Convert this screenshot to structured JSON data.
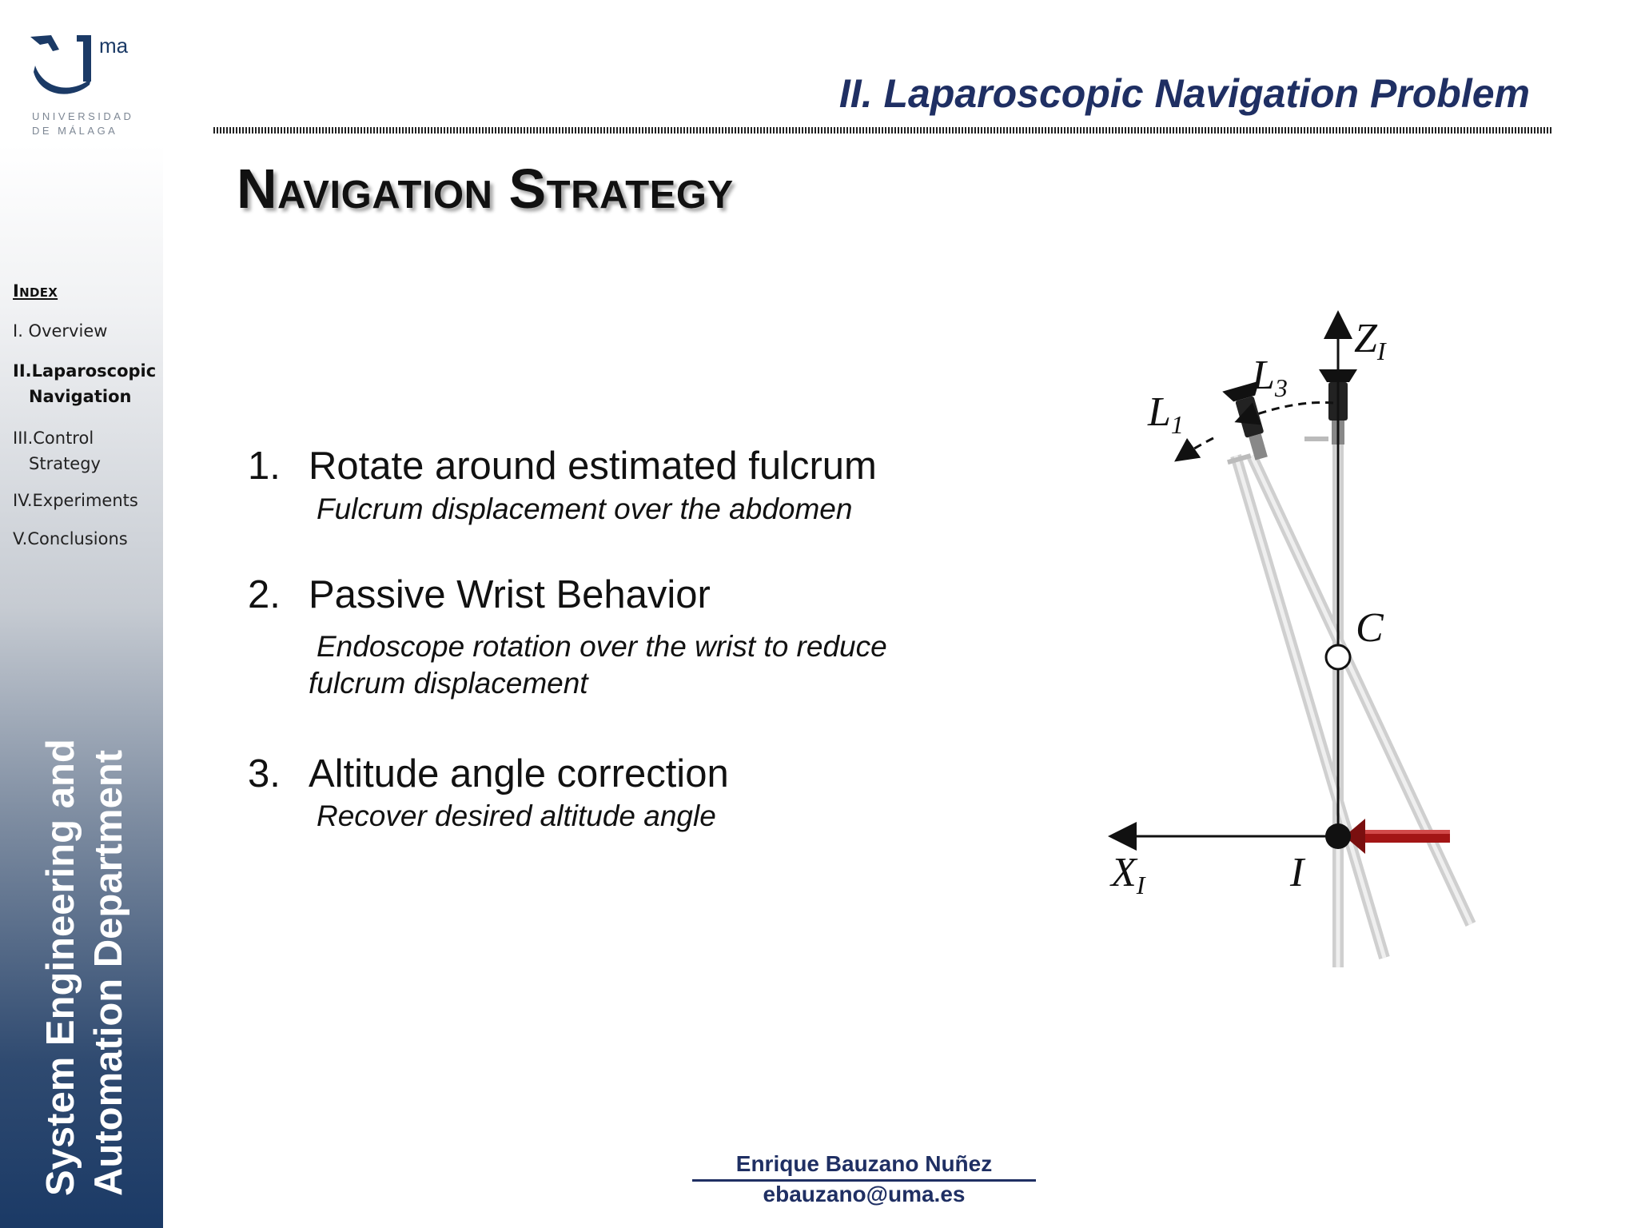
{
  "sidebar": {
    "logo": {
      "mark_text": "ma",
      "line1": "UNIVERSIDAD",
      "line2": "DE MÁLAGA"
    },
    "index_title": "Index",
    "items": [
      {
        "label": "I. Overview",
        "active": false
      },
      {
        "label": "II.Laparoscopic",
        "cont": "Navigation",
        "active": true
      },
      {
        "label": "III.Control",
        "cont": "Strategy",
        "active": false
      },
      {
        "label": "IV.Experiments",
        "active": false
      },
      {
        "label": "V.Conclusions",
        "active": false
      }
    ],
    "department": {
      "line1": "System Engineering and",
      "line2": "Automation Department"
    }
  },
  "header": {
    "section_title": "II. Laparoscopic Navigation Problem",
    "slide_title": "Navigation Strategy"
  },
  "list": [
    {
      "num": "1.",
      "heading": "Rotate around estimated fulcrum",
      "detail": "Fulcrum displacement over the abdomen"
    },
    {
      "num": "2.",
      "heading": "Passive Wrist Behavior",
      "detail_line1": "Endoscope rotation over the wrist to reduce",
      "detail_line2": "fulcrum displacement"
    },
    {
      "num": "3.",
      "heading": "Altitude angle correction",
      "detail": "Recover desired altitude angle"
    }
  ],
  "diagram": {
    "labels": {
      "z_axis": "Z",
      "z_sub": "I",
      "x_axis": "X",
      "x_sub": "I",
      "l1": "L",
      "l1_sub": "1",
      "l3": "L",
      "l3_sub": "3",
      "c_point": "C",
      "i_point": "I"
    },
    "colors": {
      "force_arrow": "#a31515",
      "axis": "#111111",
      "shaft": "#c9c9c9"
    }
  },
  "footer": {
    "author": "Enrique Bauzano Nuñez",
    "email": "ebauzano@uma.es"
  },
  "colors": {
    "title_navy": "#1f2f63",
    "sidebar_bottom": "#1b3a66"
  }
}
